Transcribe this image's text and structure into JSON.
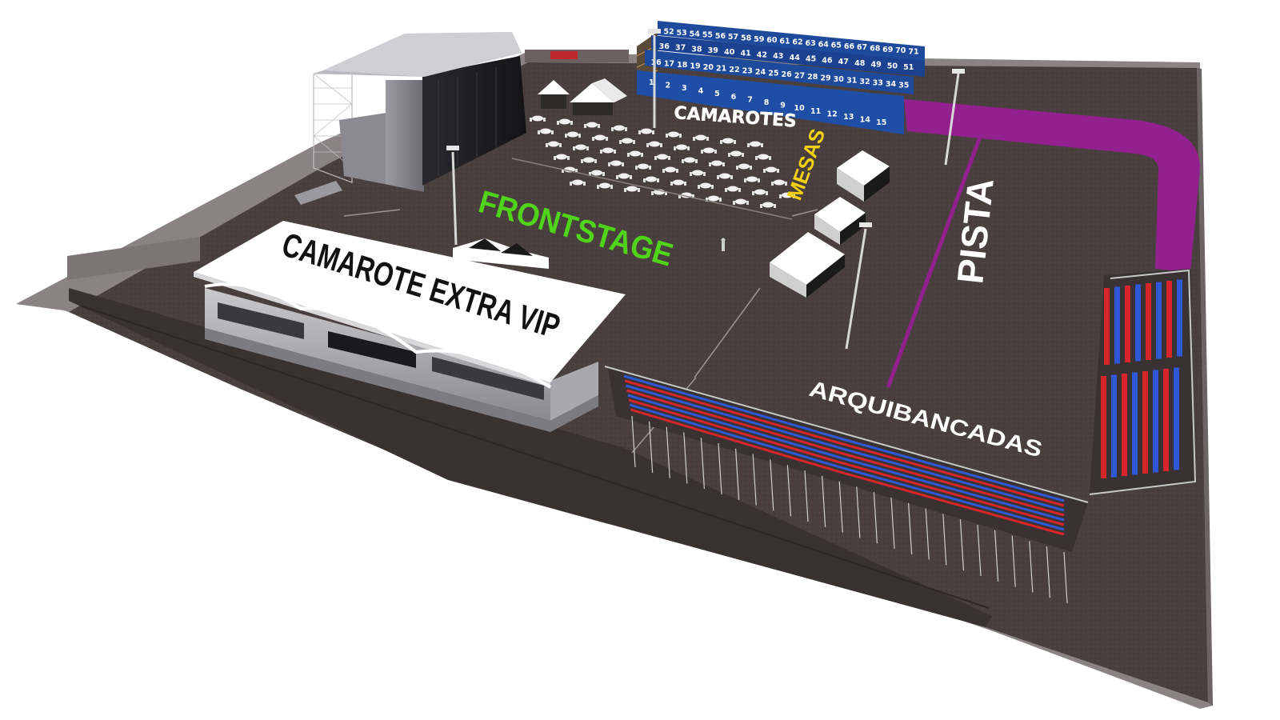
{
  "map": {
    "labels": {
      "camarote_extra_vip": "CAMAROTE EXTRA VIP",
      "frontstage": "FRONTSTAGE",
      "camarotes": "CAMAROTES",
      "mesas": "MESAS",
      "pista": "PISTA",
      "arquibancadas": "ARQUIBANCADAS"
    },
    "colors": {
      "ground": "#4a3f3f",
      "ground_light": "#5b5050",
      "walkway": "#8b8383",
      "frontstage": "#4fd41a",
      "mesas": "#f3d10e",
      "pista_route": "#92208f",
      "camarotes_blue": "#1e4a9c",
      "seat_red": "#d7262a",
      "seat_blue": "#2e58d6",
      "vip_tent": "#ffffff"
    },
    "camarotes_rows": [
      [
        "52",
        "53",
        "54",
        "55",
        "56",
        "57",
        "58",
        "59",
        "60",
        "61",
        "62",
        "63",
        "64",
        "65",
        "66",
        "67",
        "68",
        "69",
        "70",
        "71"
      ],
      [
        "36",
        "37",
        "38",
        "39",
        "40",
        "41",
        "42",
        "43",
        "44",
        "45",
        "46",
        "47",
        "48",
        "49",
        "50",
        "51"
      ],
      [
        "16",
        "17",
        "18",
        "19",
        "20",
        "21",
        "22",
        "23",
        "24",
        "25",
        "26",
        "27",
        "28",
        "29",
        "30",
        "31",
        "32",
        "33",
        "34",
        "35"
      ],
      [
        "1",
        "2",
        "3",
        "4",
        "5",
        "6",
        "7",
        "8",
        "9",
        "10",
        "11",
        "12",
        "13",
        "14",
        "15"
      ]
    ]
  }
}
